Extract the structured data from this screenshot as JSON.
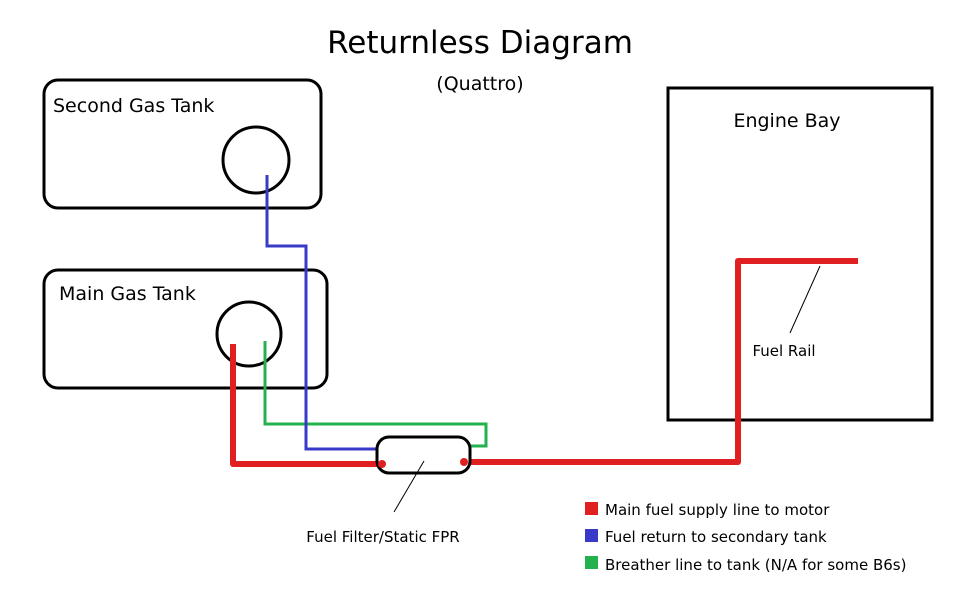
{
  "title": "Returnless Diagram",
  "subtitle": "(Quattro)",
  "components": {
    "second_tank": "Second Gas Tank",
    "main_tank": "Main Gas Tank",
    "engine_bay": "Engine Bay",
    "fuel_rail": "Fuel Rail",
    "fuel_filter": "Fuel Filter/Static FPR"
  },
  "legend": [
    {
      "label": "Main fuel supply line to motor",
      "color": "#e02020"
    },
    {
      "label": "Fuel return to secondary tank",
      "color": "#3a3ac8"
    },
    {
      "label": "Breather line to tank (N/A for some B6s)",
      "color": "#22b14c"
    }
  ],
  "colors": {
    "supply": "#e02020",
    "return": "#3a3ac8",
    "breather": "#22b14c",
    "outline": "#000000"
  }
}
